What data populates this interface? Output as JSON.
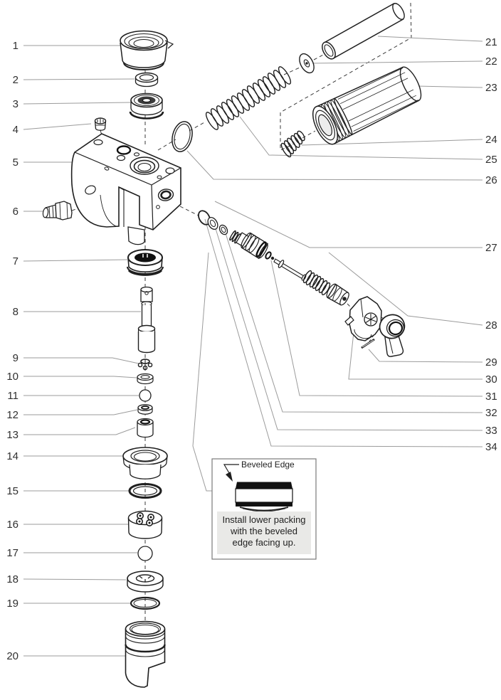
{
  "figure": {
    "type": "exploded-parts-diagram",
    "background": "#ffffff"
  },
  "callouts": {
    "left": [
      "1",
      "2",
      "3",
      "4",
      "5",
      "6",
      "7",
      "8",
      "9",
      "10",
      "11",
      "12",
      "13",
      "14",
      "15",
      "16",
      "17",
      "18",
      "19",
      "20"
    ],
    "right": [
      "21",
      "22",
      "23",
      "24",
      "25",
      "26",
      "27",
      "28",
      "29",
      "30",
      "31",
      "32",
      "33",
      "34"
    ]
  },
  "inset": {
    "beveled_edge_label": "Beveled Edge",
    "note_lines": [
      "Install lower packing",
      "with the beveled",
      "edge facing up."
    ],
    "note_bg": "#e9e9e7"
  },
  "colors": {
    "part_line": "#1f1f1f",
    "leader_line": "#9b9b9b",
    "dashed_line": "#3a3a3a",
    "callout_text": "#303030"
  }
}
